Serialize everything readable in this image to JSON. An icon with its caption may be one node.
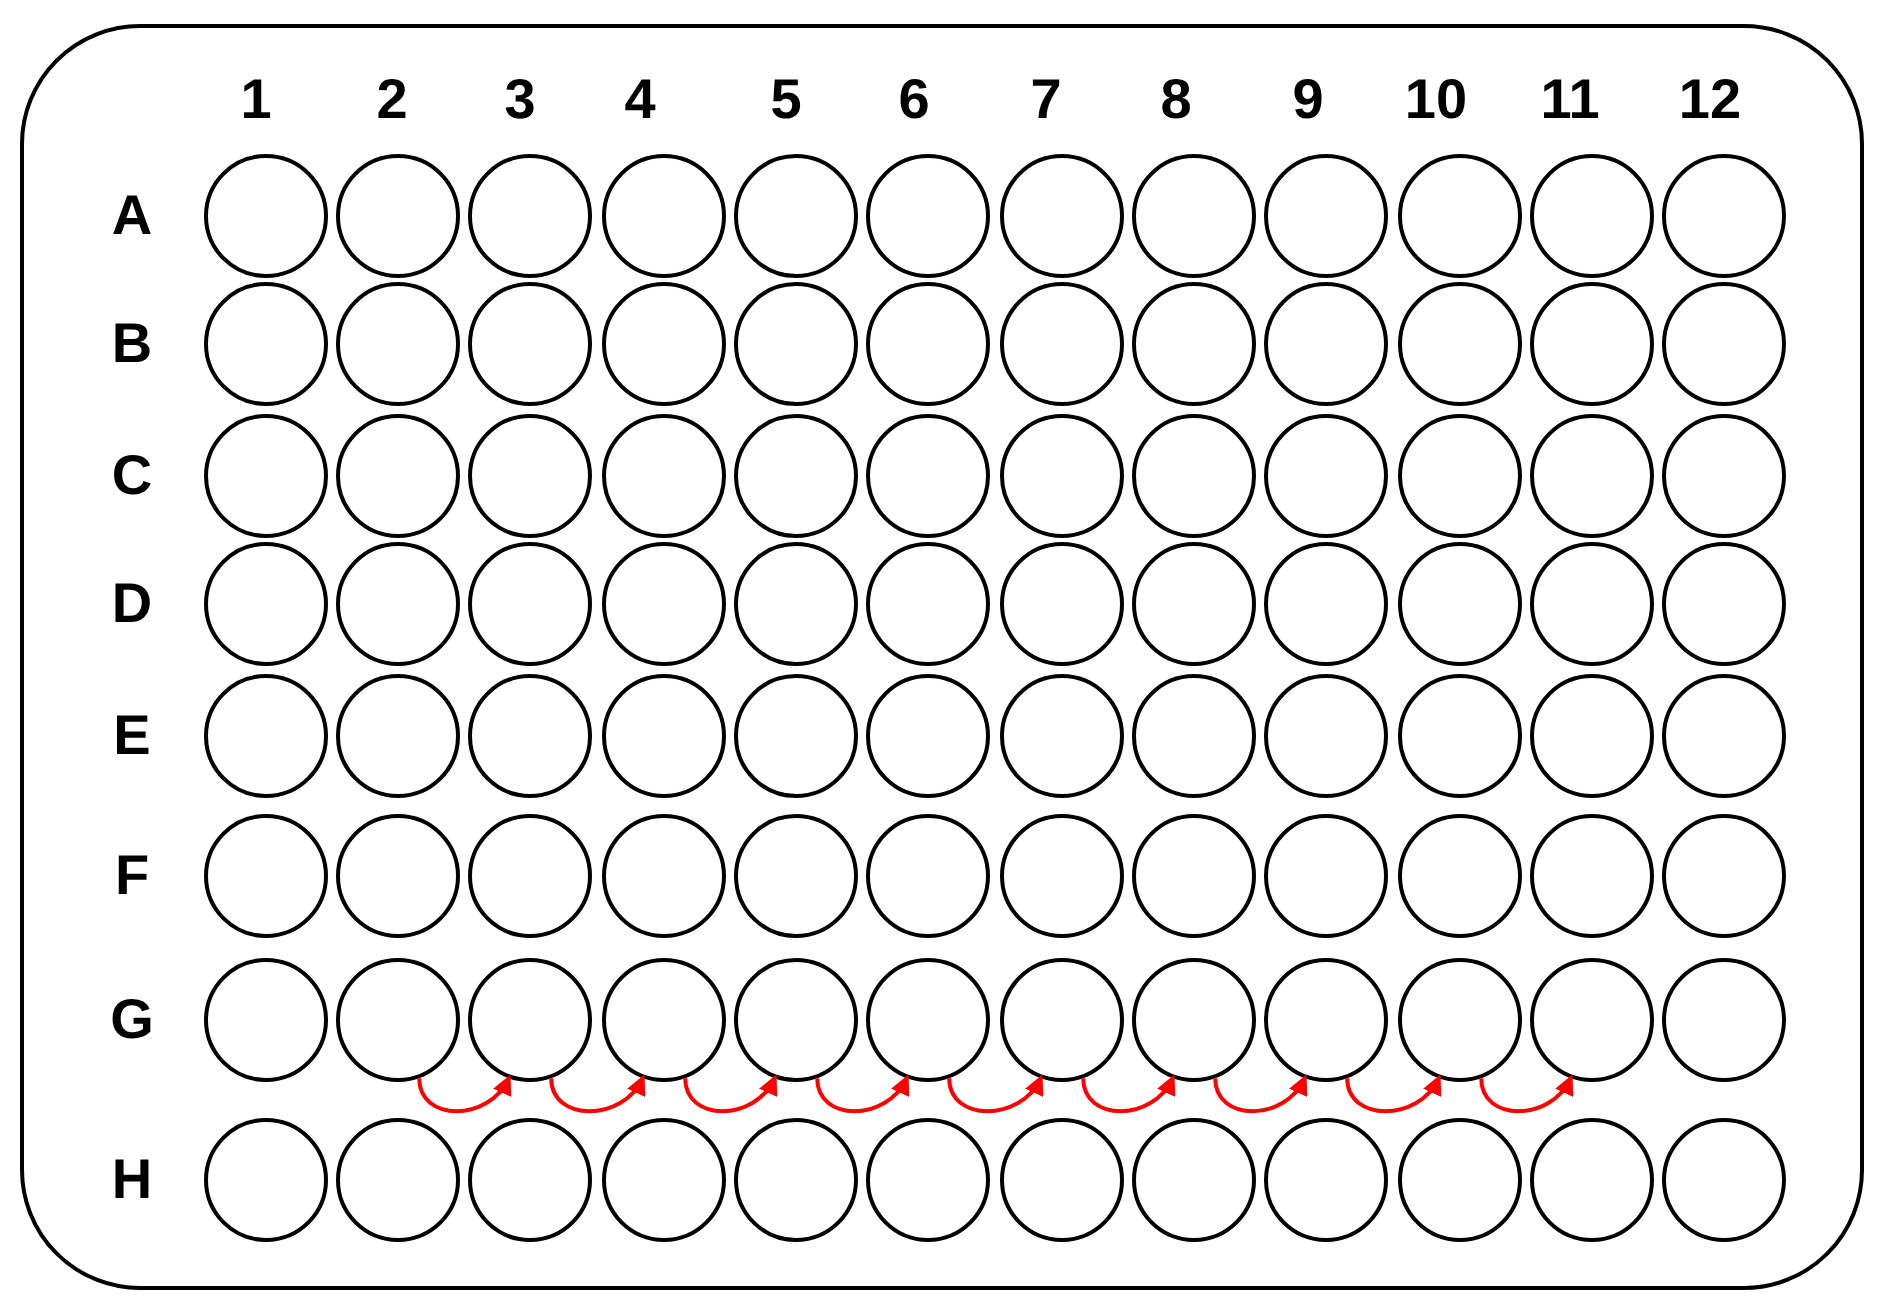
{
  "diagram": {
    "nodes": [
      {
        "text": [],
        "shape": "circle"
      },
      {
        "text": [],
        "shape": "circle"
      },
      {
        "text": [],
        "shape": "circle"
      },
      {
        "text": [],
        "shape": "circle"
      },
      {
        "text": [],
        "shape": "circle"
      },
      {
        "text": [],
        "shape": "circle"
      },
      {
        "text": [],
        "shape": "circle"
      },
      {
        "text": [],
        "shape": "circle"
      },
      {
        "text": [],
        "shape": "circle"
      },
      {
        "text": [],
        "shape": "circle"
      },
      {
        "text": [],
        "shape": "circle"
      },
      {
        "text": [],
        "shape": "circle"
      },
      {
        "text": [],
        "shape": "circle"
      },
      {
        "text": [],
        "shape": "circle"
      },
      {
        "text": [],
        "shape": "circle"
      },
      {
        "text": [],
        "shape": "circle"
      },
      {
        "text": [],
        "shape": "circle"
      },
      {
        "text": [],
        "shape": "circle"
      },
      {
        "text": [],
        "shape": "circle"
      },
      {
        "text": [],
        "shape": "circle"
      },
      {
        "text": [],
        "shape": "circle"
      },
      {
        "text": [],
        "shape": "circle"
      },
      {
        "text": [],
        "shape": "circle"
      },
      {
        "text": [],
        "shape": "circle"
      },
      {
        "text": [],
        "shape": "circle"
      },
      {
        "text": [],
        "shape": "circle"
      },
      {
        "text": [],
        "shape": "circle"
      },
      {
        "text": [],
        "shape": "circle"
      },
      {
        "text": [],
        "shape": "circle"
      },
      {
        "text": [],
        "shape": "circle"
      },
      {
        "text": [],
        "shape": "circle"
      },
      {
        "text": [],
        "shape": "circle"
      },
      {
        "text": [],
        "shape": "circle"
      },
      {
        "text": [],
        "shape": "circle"
      },
      {
        "text": [],
        "shape": "circle"
      },
      {
        "text": [],
        "shape": "circle"
      },
      {
        "text": [],
        "shape": "circle"
      },
      {
        "text": [],
        "shape": "circle"
      },
      {
        "text": [],
        "shape": "circle"
      },
      {
        "text": [],
        "shape": "circle"
      },
      {
        "text": [],
        "shape": "circle"
      },
      {
        "text": [],
        "shape": "circle"
      },
      {
        "text": [],
        "shape": "circle"
      },
      {
        "text": [],
        "shape": "circle"
      },
      {
        "text": [],
        "shape": "circle"
      },
      {
        "text": [],
        "shape": "circle"
      },
      {
        "text": [],
        "shape": "circle"
      },
      {
        "text": [],
        "shape": "circle"
      },
      {
        "text": [],
        "shape": "circle"
      },
      {
        "text": [],
        "shape": "circle"
      },
      {
        "text": [],
        "shape": "circle"
      },
      {
        "text": [],
        "shape": "circle"
      },
      {
        "text": [],
        "shape": "circle"
      },
      {
        "text": [],
        "shape": "circle"
      },
      {
        "text": [],
        "shape": "circle"
      },
      {
        "text": [],
        "shape": "circle"
      },
      {
        "text": [],
        "shape": "circle"
      },
      {
        "text": [],
        "shape": "circle"
      },
      {
        "text": [],
        "shape": "circle"
      },
      {
        "text": [],
        "shape": "circle"
      },
      {
        "text": [],
        "shape": "circle"
      },
      {
        "text": [],
        "shape": "circle"
      },
      {
        "text": [],
        "shape": "circle"
      },
      {
        "text": [],
        "shape": "circle"
      },
      {
        "text": [],
        "shape": "circle"
      },
      {
        "text": [],
        "shape": "circle"
      },
      {
        "text": [],
        "shape": "circle"
      },
      {
        "text": [],
        "shape": "circle"
      },
      {
        "text": [],
        "shape": "circle"
      },
      {
        "text": [],
        "shape": "circle"
      },
      {
        "text": [],
        "shape": "circle"
      },
      {
        "text": [],
        "shape": "circle"
      },
      {
        "text": [],
        "shape": "circle"
      },
      {
        "text": [],
        "shape": "circle"
      },
      {
        "text": [],
        "shape": "circle"
      },
      {
        "text": [],
        "shape": "circle"
      },
      {
        "text": [],
        "shape": "circle"
      },
      {
        "text": [],
        "shape": "circle"
      },
      {
        "text": [],
        "shape": "circle"
      },
      {
        "text": [],
        "shape": "circle"
      },
      {
        "text": [],
        "shape": "circle"
      },
      {
        "text": [],
        "shape": "circle"
      },
      {
        "text": [],
        "shape": "circle"
      },
      {
        "text": [],
        "shape": "circle"
      },
      {
        "text": [],
        "shape": "circle"
      },
      {
        "text": [],
        "shape": "circle"
      },
      {
        "text": [],
        "shape": "circle"
      },
      {
        "text": [],
        "shape": "circle"
      },
      {
        "text": [],
        "shape": "circle"
      },
      {
        "text": [],
        "shape": "circle"
      },
      {
        "text": [],
        "shape": "circle"
      },
      {
        "text": [],
        "shape": "circle"
      },
      {
        "text": [],
        "shape": "circle"
      },
      {
        "text": [],
        "shape": "circle"
      },
      {
        "text": [],
        "shape": "circle"
      },
      {
        "text": [],
        "shape": "circle"
      }
    ],
    "edges": [
      {
        "from": 73,
        "to": 74,
        "arrow": "to"
      },
      {
        "from": 74,
        "to": 75,
        "arrow": "to"
      },
      {
        "from": 75,
        "to": 76,
        "arrow": "to"
      },
      {
        "from": 76,
        "to": 77,
        "arrow": "to"
      },
      {
        "from": 77,
        "to": 78,
        "arrow": "to"
      },
      {
        "from": 78,
        "to": 79,
        "arrow": "to"
      },
      {
        "from": 79,
        "to": 80,
        "arrow": "to"
      },
      {
        "from": 80,
        "to": 81,
        "arrow": "to"
      },
      {
        "from": 81,
        "to": 82,
        "arrow": "to"
      }
    ],
    "labels": [
      "1",
      "2",
      "3",
      "4",
      "5",
      "6",
      "7",
      "8",
      "9",
      "10",
      "11",
      "12",
      "A",
      "B",
      "C",
      "D",
      "E",
      "F",
      "G",
      "H"
    ]
  }
}
